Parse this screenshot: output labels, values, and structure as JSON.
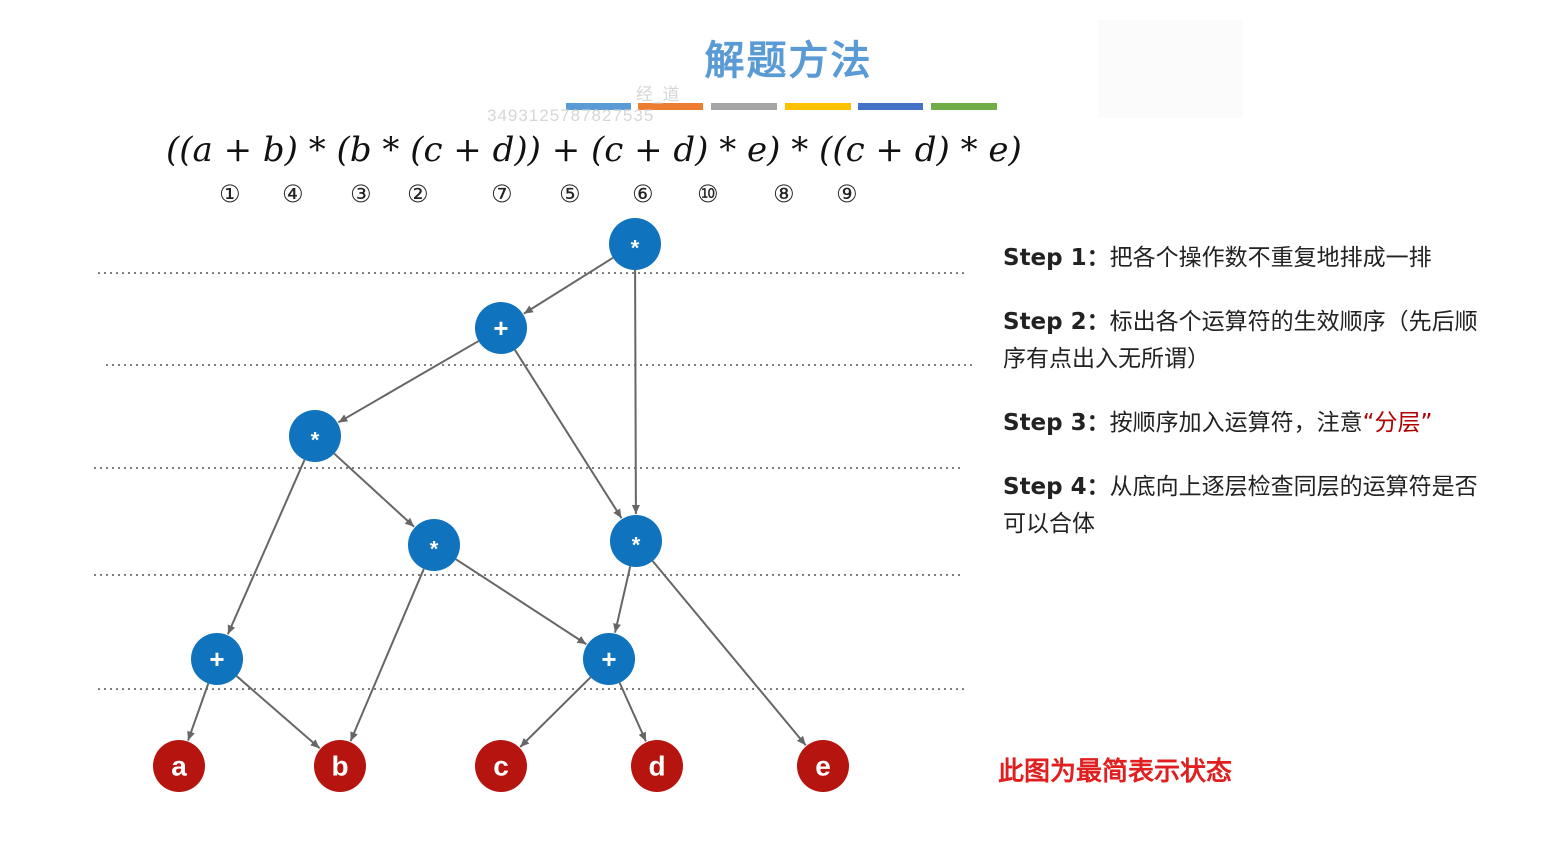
{
  "title": "解题方法",
  "color_bars": [
    "#5b9bd5",
    "#ed7d31",
    "#a5a5a5",
    "#ffc000",
    "#4472c4",
    "#70ad47"
  ],
  "watermark": {
    "name": "经_道",
    "id": "3493125787827535"
  },
  "expression": "((a + b) * (b * (c + d)) + (c + d) * e) * ((c + d) * e)",
  "operator_order": [
    "①",
    "④",
    "③",
    "②",
    "⑦",
    "⑤",
    "⑥",
    "⑩",
    "⑧",
    "⑨"
  ],
  "tree": {
    "operators": [
      {
        "id": "root",
        "label": "*"
      },
      {
        "id": "plus-top",
        "label": "+"
      },
      {
        "id": "mul-left",
        "label": "*"
      },
      {
        "id": "mul-mid",
        "label": "*"
      },
      {
        "id": "mul-right",
        "label": "*"
      },
      {
        "id": "plus-ab",
        "label": "+"
      },
      {
        "id": "plus-cd",
        "label": "+"
      }
    ],
    "operands": [
      {
        "id": "a",
        "label": "a"
      },
      {
        "id": "b",
        "label": "b"
      },
      {
        "id": "c",
        "label": "c"
      },
      {
        "id": "d",
        "label": "d"
      },
      {
        "id": "e",
        "label": "e"
      }
    ],
    "edges": [
      [
        "root",
        "plus-top"
      ],
      [
        "root",
        "mul-right"
      ],
      [
        "plus-top",
        "mul-left"
      ],
      [
        "plus-top",
        "mul-right"
      ],
      [
        "mul-left",
        "plus-ab"
      ],
      [
        "mul-left",
        "mul-mid"
      ],
      [
        "mul-mid",
        "b"
      ],
      [
        "mul-mid",
        "plus-cd"
      ],
      [
        "mul-right",
        "plus-cd"
      ],
      [
        "mul-right",
        "e"
      ],
      [
        "plus-ab",
        "a"
      ],
      [
        "plus-ab",
        "b"
      ],
      [
        "plus-cd",
        "c"
      ],
      [
        "plus-cd",
        "d"
      ]
    ],
    "colors": {
      "operator": "#0f73bd",
      "operand": "#b5140f",
      "edge": "#666666"
    }
  },
  "steps": [
    {
      "name": "Step 1",
      "sep": "：",
      "text": "把各个操作数不重复地排成一排"
    },
    {
      "name": "Step 2",
      "sep": "：",
      "text": "标出各个运算符的生效顺序（先后顺序有点出入无所谓）"
    },
    {
      "name": "Step 3",
      "sep": "：",
      "text": "按顺序加入运算符，注意",
      "highlight": "“分层”"
    },
    {
      "name": "Step 4",
      "sep": "：",
      "text": "从底向上逐层检查同层的运算符是否可以合体"
    }
  ],
  "note": "此图为最简表示状态"
}
